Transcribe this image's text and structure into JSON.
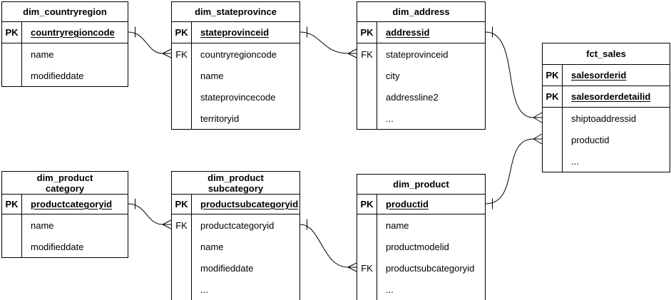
{
  "diagram": {
    "colors": {
      "border": "#000000",
      "background": "#ffffff",
      "text": "#000000"
    },
    "tables": [
      {
        "name": "dim_countryregion",
        "title_lines": [
          "dim_countryregion"
        ],
        "rows": [
          {
            "key": "PK",
            "field": "countryregioncode",
            "is_pk": true
          },
          {
            "key": "",
            "field": "name"
          },
          {
            "key": "",
            "field": "modifieddate"
          }
        ]
      },
      {
        "name": "dim_stateprovince",
        "title_lines": [
          "dim_stateprovince"
        ],
        "rows": [
          {
            "key": "PK",
            "field": "stateprovinceid",
            "is_pk": true
          },
          {
            "key": "FK",
            "field": "countryregioncode"
          },
          {
            "key": "",
            "field": "name"
          },
          {
            "key": "",
            "field": "stateprovincecode"
          },
          {
            "key": "",
            "field": "territoryid"
          }
        ]
      },
      {
        "name": "dim_address",
        "title_lines": [
          "dim_address"
        ],
        "rows": [
          {
            "key": "PK",
            "field": "addressid",
            "is_pk": true
          },
          {
            "key": "FK",
            "field": "stateprovinceid"
          },
          {
            "key": "",
            "field": "city"
          },
          {
            "key": "",
            "field": "addressline2"
          },
          {
            "key": "",
            "field": "..."
          }
        ]
      },
      {
        "name": "fct_sales",
        "title_lines": [
          "fct_sales"
        ],
        "rows": [
          {
            "key": "PK",
            "field": "salesorderid",
            "is_pk": true
          },
          {
            "key": "PK",
            "field": "salesorderdetailid",
            "is_pk": true
          },
          {
            "key": "",
            "field": "shiptoaddressid"
          },
          {
            "key": "",
            "field": "productid"
          },
          {
            "key": "",
            "field": "..."
          }
        ]
      },
      {
        "name": "dim_productcategory",
        "title_lines": [
          "dim_product",
          "category"
        ],
        "rows": [
          {
            "key": "PK",
            "field": "productcategoryid",
            "is_pk": true
          },
          {
            "key": "",
            "field": "name"
          },
          {
            "key": "",
            "field": "modifieddate"
          }
        ]
      },
      {
        "name": "dim_productsubcategory",
        "title_lines": [
          "dim_product",
          "subcategory"
        ],
        "rows": [
          {
            "key": "PK",
            "field": "productsubcategoryid",
            "is_pk": true
          },
          {
            "key": "FK",
            "field": "productcategoryid"
          },
          {
            "key": "",
            "field": "name"
          },
          {
            "key": "",
            "field": "modifieddate"
          },
          {
            "key": "",
            "field": "..."
          }
        ]
      },
      {
        "name": "dim_product",
        "title_lines": [
          "dim_product"
        ],
        "rows": [
          {
            "key": "PK",
            "field": "productid",
            "is_pk": true
          },
          {
            "key": "",
            "field": "name"
          },
          {
            "key": "",
            "field": "productmodelid"
          },
          {
            "key": "FK",
            "field": "productsubcategoryid"
          },
          {
            "key": "",
            "field": "..."
          }
        ]
      }
    ],
    "relationships": [
      {
        "from": "dim_countryregion.countryregioncode",
        "to": "dim_stateprovince.countryregioncode",
        "cardinality": "one-to-many"
      },
      {
        "from": "dim_stateprovince.stateprovinceid",
        "to": "dim_address.stateprovinceid",
        "cardinality": "one-to-many"
      },
      {
        "from": "dim_address.addressid",
        "to": "fct_sales.shiptoaddressid",
        "cardinality": "one-to-many"
      },
      {
        "from": "dim_product.productid",
        "to": "fct_sales.productid",
        "cardinality": "one-to-many"
      },
      {
        "from": "dim_productcategory.productcategoryid",
        "to": "dim_productsubcategory.productcategoryid",
        "cardinality": "one-to-many"
      },
      {
        "from": "dim_productsubcategory.productsubcategoryid",
        "to": "dim_product.productsubcategoryid",
        "cardinality": "one-to-many"
      }
    ]
  }
}
